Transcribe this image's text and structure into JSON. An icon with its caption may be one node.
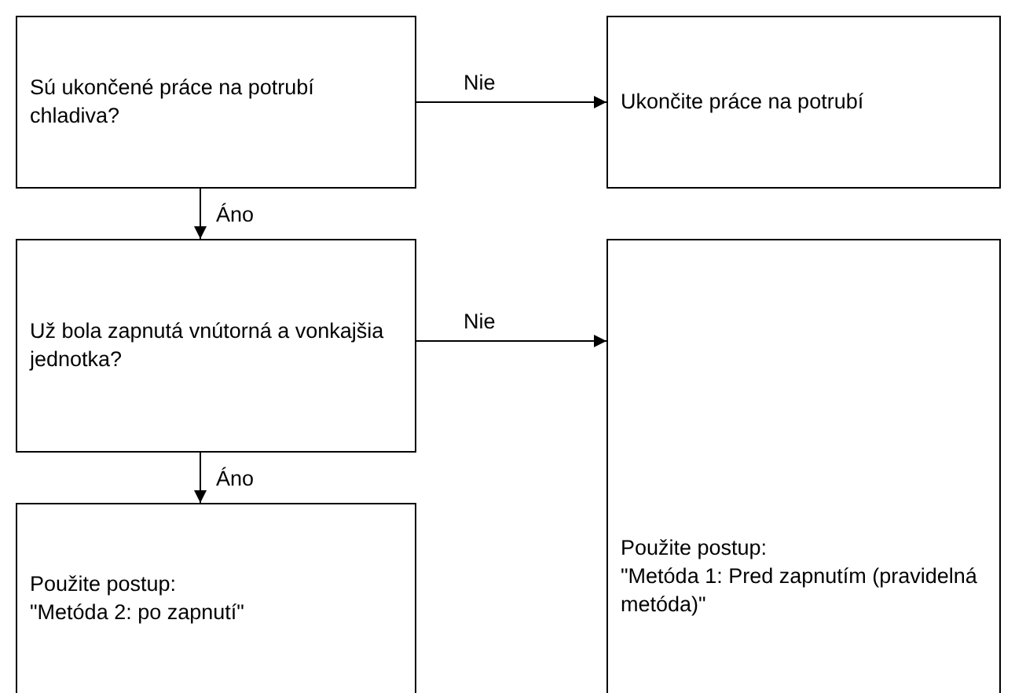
{
  "diagram": {
    "nodes": [
      {
        "text": [
          "Sú ukončené práce na potrubí chladiva?"
        ]
      },
      {
        "text": [
          "Ukončite práce na potrubí"
        ]
      },
      {
        "text": [
          "Už bola zapnutá vnútorná a vonkajšia jednotka?"
        ]
      },
      {
        "text": [
          "Použite postup:",
          "\"Metóda 1: Pred zapnutím (pravidelná metóda)\""
        ]
      },
      {
        "text": [
          "Použite postup:",
          "\"Metóda 2: po zapnutí\""
        ]
      }
    ],
    "edges": [
      {
        "from": 0,
        "to": 1,
        "arrow": "to",
        "label": "Nie"
      },
      {
        "from": 0,
        "to": 2,
        "arrow": "to",
        "label": "Áno"
      },
      {
        "from": 2,
        "to": 3,
        "arrow": "to",
        "label": "Nie"
      },
      {
        "from": 2,
        "to": 4,
        "arrow": "to",
        "label": "Áno"
      }
    ]
  }
}
